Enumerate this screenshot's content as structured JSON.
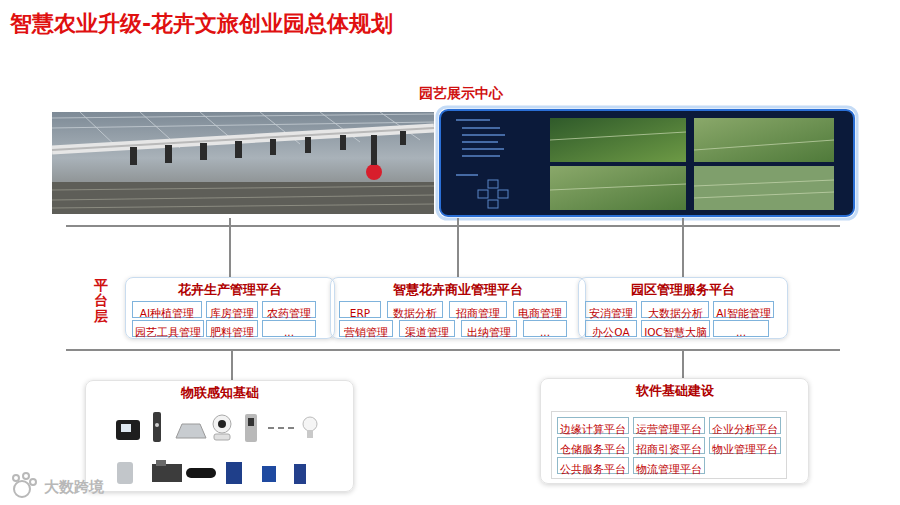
{
  "diagram": {
    "title": "智慧农业升级-花卉文旅创业园总体规划",
    "nodes": [
      {
        "text": [
          "园艺展示中心"
        ]
      },
      {
        "text": [
          "花卉生产管理平台"
        ]
      },
      {
        "text": [
          "AI种植管理"
        ],
        "in": 1
      },
      {
        "text": [
          "库房管理"
        ],
        "in": 1
      },
      {
        "text": [
          "农药管理"
        ],
        "in": 1
      },
      {
        "text": [
          "园艺工具管理"
        ],
        "in": 1
      },
      {
        "text": [
          "肥料管理"
        ],
        "in": 1
      },
      {
        "text": [
          "..."
        ],
        "in": 1
      },
      {
        "text": [
          "智慧花卉商业管理平台"
        ]
      },
      {
        "text": [
          "ERP"
        ],
        "in": 8
      },
      {
        "text": [
          "数据分析"
        ],
        "in": 8
      },
      {
        "text": [
          "招商管理"
        ],
        "in": 8
      },
      {
        "text": [
          "电商管理"
        ],
        "in": 8
      },
      {
        "text": [
          "营销管理"
        ],
        "in": 8
      },
      {
        "text": [
          "渠道管理"
        ],
        "in": 8
      },
      {
        "text": [
          "出纳管理"
        ],
        "in": 8
      },
      {
        "text": [
          "..."
        ],
        "in": 8
      },
      {
        "text": [
          "园区管理服务平台"
        ]
      },
      {
        "text": [
          "安消管理"
        ],
        "in": 17
      },
      {
        "text": [
          "大数据分析"
        ],
        "in": 17
      },
      {
        "text": [
          "AI智能管理"
        ],
        "in": 17
      },
      {
        "text": [
          "办公OA"
        ],
        "in": 17
      },
      {
        "text": [
          "IOC智慧大脑"
        ],
        "in": 17
      },
      {
        "text": [
          "..."
        ],
        "in": 17
      },
      {
        "text": [
          "物联感知基础"
        ]
      },
      {
        "text": [
          "软件基础建设"
        ]
      },
      {
        "text": [
          "边缘计算平台"
        ],
        "in": 25
      },
      {
        "text": [
          "运营管理平台"
        ],
        "in": 25
      },
      {
        "text": [
          "企业分析平台"
        ],
        "in": 25
      },
      {
        "text": [
          "仓储服务平台"
        ],
        "in": 25
      },
      {
        "text": [
          "招商引资平台"
        ],
        "in": 25
      },
      {
        "text": [
          "物业管理平台"
        ],
        "in": 25
      },
      {
        "text": [
          "公共服务平台"
        ],
        "in": 25
      },
      {
        "text": [
          "物流管理平台"
        ],
        "in": 25
      }
    ],
    "edges": [
      {
        "from": 0,
        "to": 1,
        "arrow": "none"
      },
      {
        "from": 0,
        "to": 8,
        "arrow": "none"
      },
      {
        "from": 0,
        "to": 17,
        "arrow": "none"
      }
    ],
    "labels": [
      "平台层",
      "大数跨境"
    ]
  }
}
